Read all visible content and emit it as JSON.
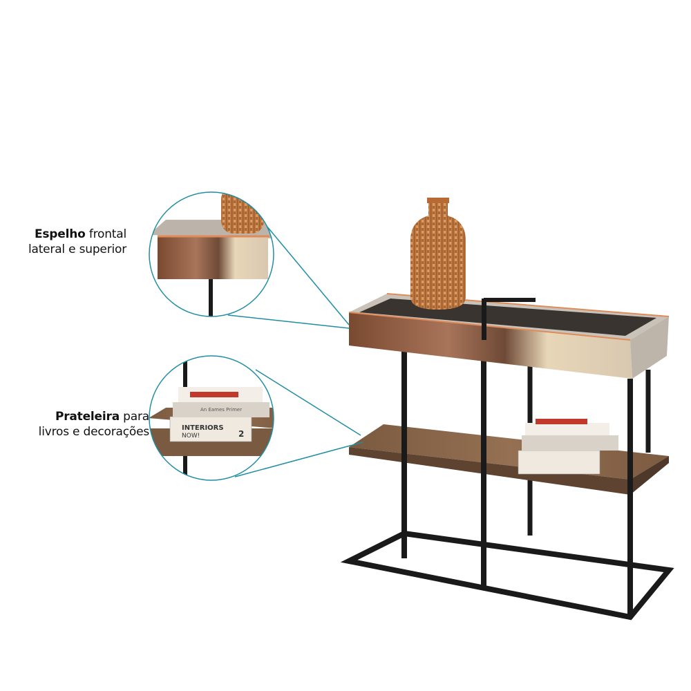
{
  "captions": {
    "mirror": {
      "bold": "Espelho",
      "rest": " frontal",
      "line2": "lateral e superior"
    },
    "shelf": {
      "bold": "Prateleira",
      "rest": " para",
      "line2": "livros e decorações"
    }
  },
  "books": {
    "title1": "INTERIORS",
    "title2": "NOW!",
    "volume": "2",
    "title3": "An Eames Primer"
  },
  "colors": {
    "callout": "#1f8ea3",
    "frame": "#1a1a1a",
    "wood": "#8a6446",
    "mirror": "#9b6a4c",
    "vase": "#d08a4e"
  }
}
